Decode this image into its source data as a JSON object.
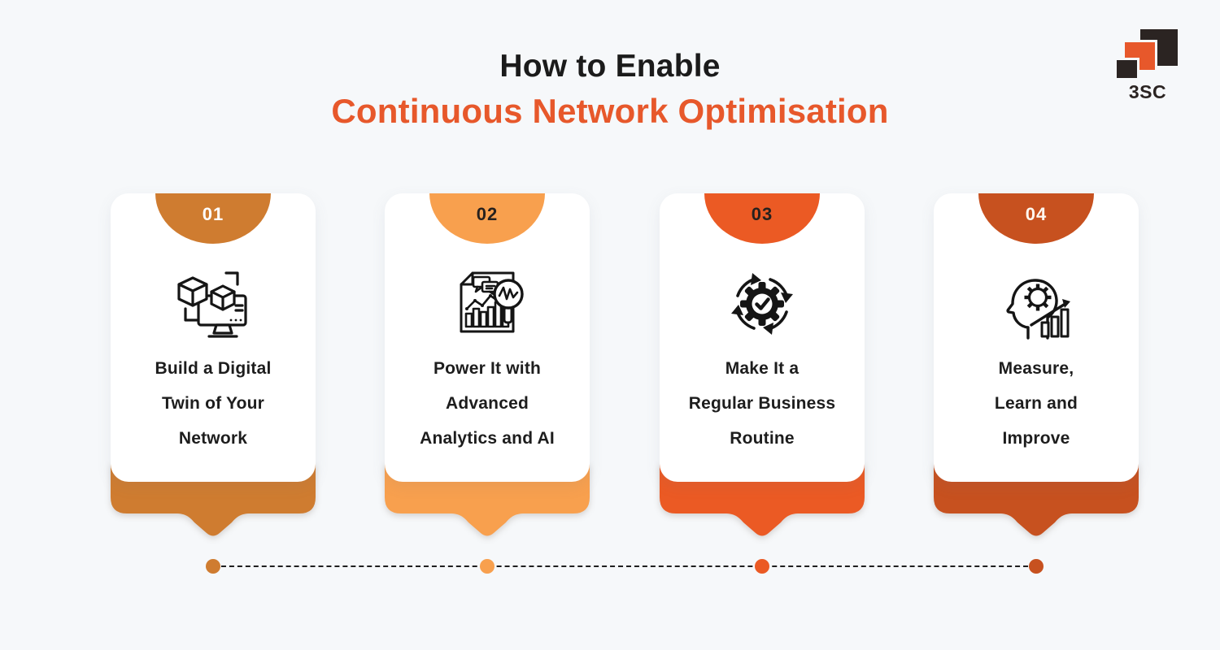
{
  "title": {
    "line1": "How to Enable",
    "line2": "Continuous Network Optimisation",
    "line1_color": "#1B1B1B",
    "line2_color": "#E7582B"
  },
  "logo": {
    "text": "3SC",
    "dark_color": "#2B2422",
    "orange_color": "#E7582B"
  },
  "steps": [
    {
      "number": "01",
      "number_color": "#FFFFFF",
      "accent": "#CF7C30",
      "icon": "digital-twin-icon",
      "lines": [
        "Build a Digital",
        "Twin of Your",
        "Network"
      ]
    },
    {
      "number": "02",
      "number_color": "#27211E",
      "accent": "#F8A04E",
      "icon": "analytics-magnifier-icon",
      "lines": [
        "Power It with",
        "Advanced",
        "Analytics and AI"
      ]
    },
    {
      "number": "03",
      "number_color": "#27211E",
      "accent": "#EB5A24",
      "icon": "gear-cycle-icon",
      "lines": [
        "Make It a",
        "Regular Business",
        "Routine"
      ]
    },
    {
      "number": "04",
      "number_color": "#FFF8F0",
      "accent": "#C7511F",
      "icon": "head-gear-chart-icon",
      "lines": [
        "Measure,",
        "Learn and",
        "Improve"
      ]
    }
  ],
  "timeline": {
    "line_color": "#1F1F1F"
  }
}
